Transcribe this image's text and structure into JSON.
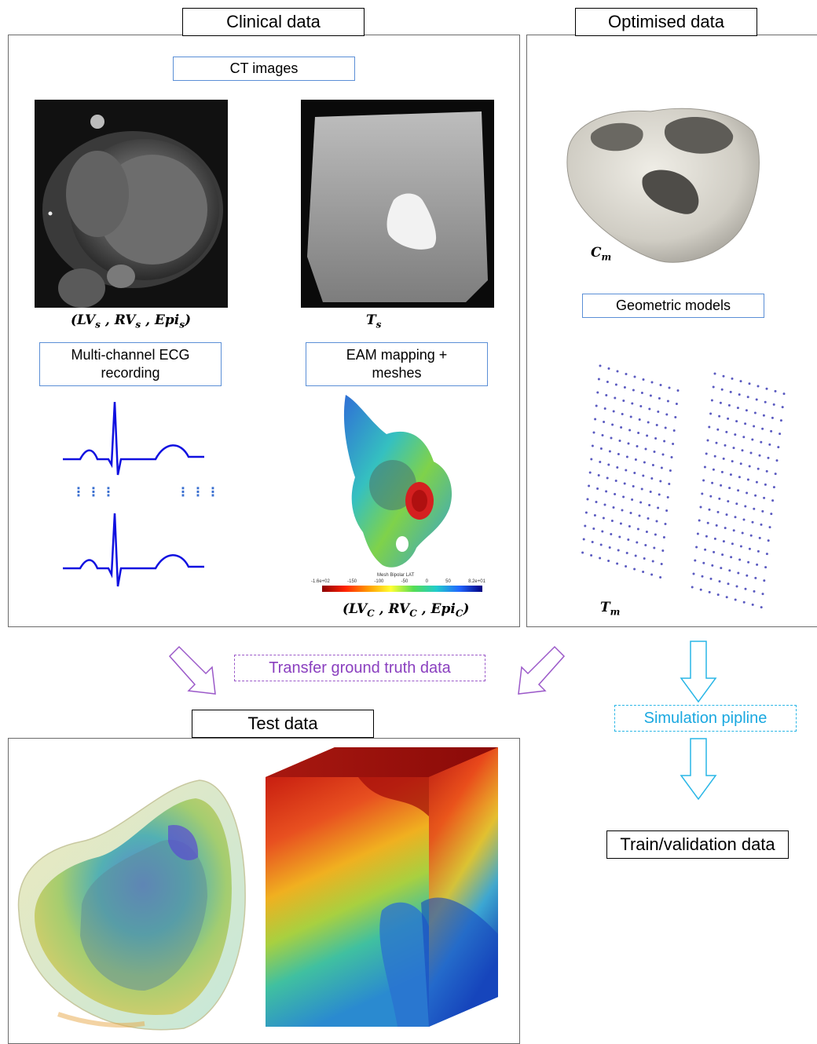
{
  "sections": {
    "clinical_title": "Clinical data",
    "optimised_title": "Optimised data",
    "test_title": "Test data",
    "train_label": "Train/validation data"
  },
  "clinical": {
    "ct_label": "CT images",
    "ecg_label": "Multi-channel ECG recording",
    "eam_label": "EAM mapping + meshes",
    "colorbar_title": "Mesh Bipolar LAT",
    "colorbar_ticks": [
      "-1.6e+02",
      "-150",
      "-100",
      "-50",
      "0",
      "50",
      "8.2e+01"
    ],
    "math_ct_left": {
      "base": "(LV",
      "s1": "s",
      "mid1": " , RV",
      "s2": "s",
      "mid2": " , Epi",
      "s3": "s",
      "end": ")"
    },
    "math_ct_right": {
      "base": "T",
      "sub": "s"
    },
    "math_eam": {
      "base": "(LV",
      "s1": "C",
      "mid1": " , RV",
      "s2": "C",
      "mid2": " , Epi",
      "s3": "C",
      "end": ")"
    }
  },
  "optimised": {
    "geo_label": "Geometric models",
    "math_cm": {
      "base": "C",
      "sub": "m"
    },
    "math_tm": {
      "base": "T",
      "sub": "m"
    }
  },
  "flow": {
    "transfer_label": "Transfer ground truth data",
    "simulation_label": "Simulation pipline"
  },
  "colors": {
    "ecg_trace": "#1010e0",
    "box_border_blue": "#5b8fd6",
    "purple": "#9b59c9",
    "cyan": "#29b6e6"
  }
}
